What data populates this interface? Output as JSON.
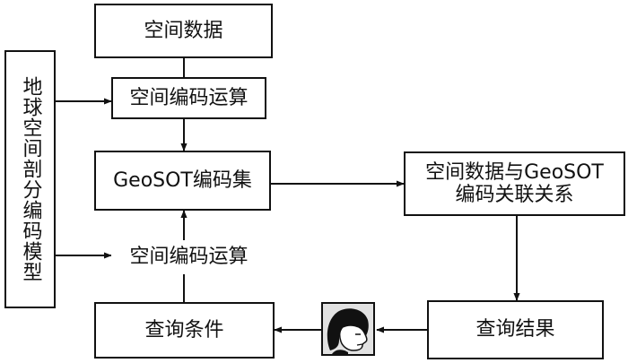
{
  "nodes": {
    "spatial_data": "空间数据",
    "encode_op_top": "空间编码运算",
    "geosot_set": "GeoSOT编码集",
    "association_line1": "空间数据与GeoSOT",
    "association_line2": "编码关联关系",
    "encode_op_bottom": "空间编码运算",
    "query_condition": "查询条件",
    "query_result": "查询结果",
    "subdivision_model": "地球空间剖分编码模型"
  },
  "icons": {
    "user": "user-face-icon"
  }
}
